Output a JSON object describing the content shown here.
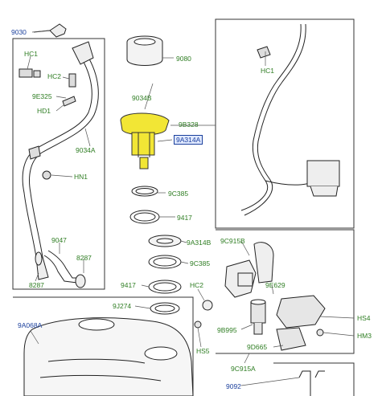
{
  "diagram": {
    "highlight_color": "#f2e635",
    "label_blue": "#1a3f9c",
    "label_green": "#2e7d22",
    "callouts": {
      "9030": "9030",
      "HC1_left": "HC1",
      "HC2": "HC2",
      "9E325": "9E325",
      "HD1": "HD1",
      "9034A": "9034A",
      "HN1": "HN1",
      "9047": "9047",
      "8287_right": "8287",
      "8287_left": "8287",
      "9080": "9080",
      "9034B": "9034B",
      "9B328": "9B328",
      "9A314A": "9A314A",
      "9C385_top": "9C385",
      "9417_top": "9417",
      "9A314B": "9A314B",
      "9C385_bottom": "9C385",
      "9417_bottom": "9417",
      "9J274": "9J274",
      "9A068A": "9A068A",
      "HC1_right": "HC1",
      "9C915B": "9C915B",
      "HC2_lower": "HC2",
      "9E629": "9E629",
      "HS4": "HS4",
      "HM3": "HM3",
      "9B995": "9B995",
      "HS5": "HS5",
      "9D665": "9D665",
      "9C915A": "9C915A",
      "9092": "9092"
    }
  }
}
